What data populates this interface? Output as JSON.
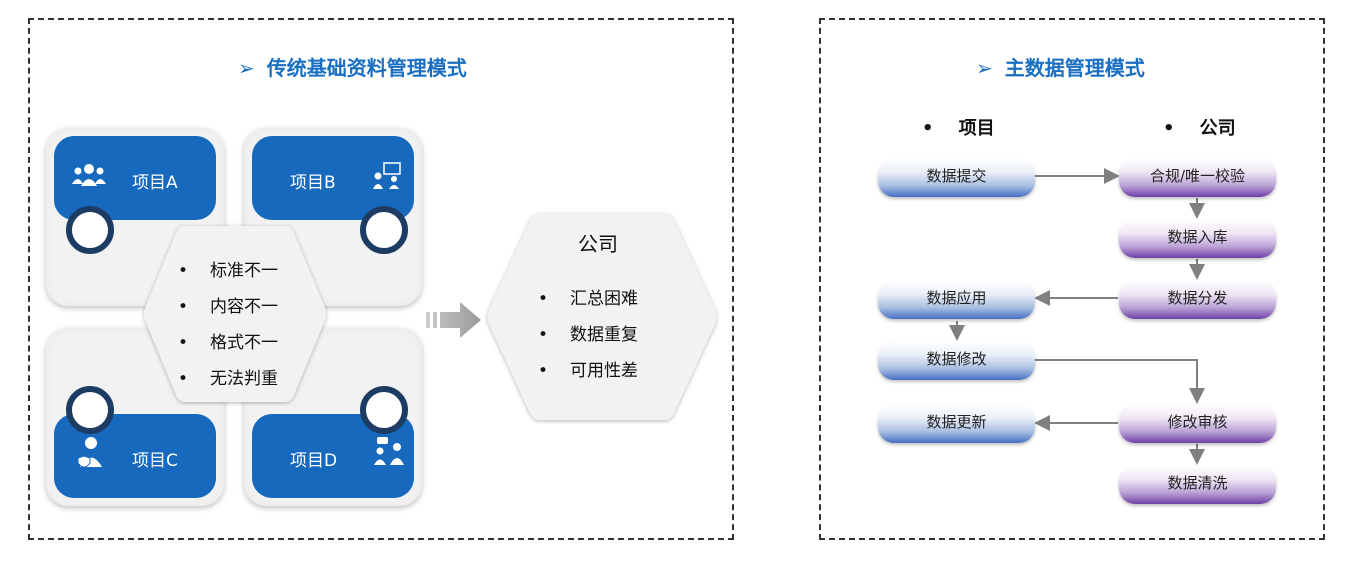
{
  "left": {
    "title": "传统基础资料管理模式",
    "quadrants": [
      {
        "label": "项目A",
        "icon": "team-icon"
      },
      {
        "label": "项目B",
        "icon": "presentation-icon"
      },
      {
        "label": "项目C",
        "icon": "user-shield-icon"
      },
      {
        "label": "项目D",
        "icon": "chat-users-icon"
      }
    ],
    "center_items": [
      "标准不一",
      "内容不一",
      "格式不一",
      "无法判重"
    ],
    "company": {
      "title": "公司",
      "items": [
        "汇总困难",
        "数据重复",
        "可用性差"
      ]
    }
  },
  "right": {
    "title": "主数据管理模式",
    "col_project": "项目",
    "col_company": "公司",
    "steps": {
      "submit": "数据提交",
      "validate": "合规/唯一校验",
      "store": "数据入库",
      "distribute": "数据分发",
      "apply": "数据应用",
      "modify": "数据修改",
      "review": "修改审核",
      "update": "数据更新",
      "cleanse": "数据清洗"
    }
  },
  "colors": {
    "accent_blue": "#1769bd",
    "ring_navy": "#1c3c63",
    "title_blue": "#1a6fc2",
    "pill_blue": "#466ec4",
    "pill_purple": "#6e40a8",
    "arrow_gray": "#808080"
  }
}
